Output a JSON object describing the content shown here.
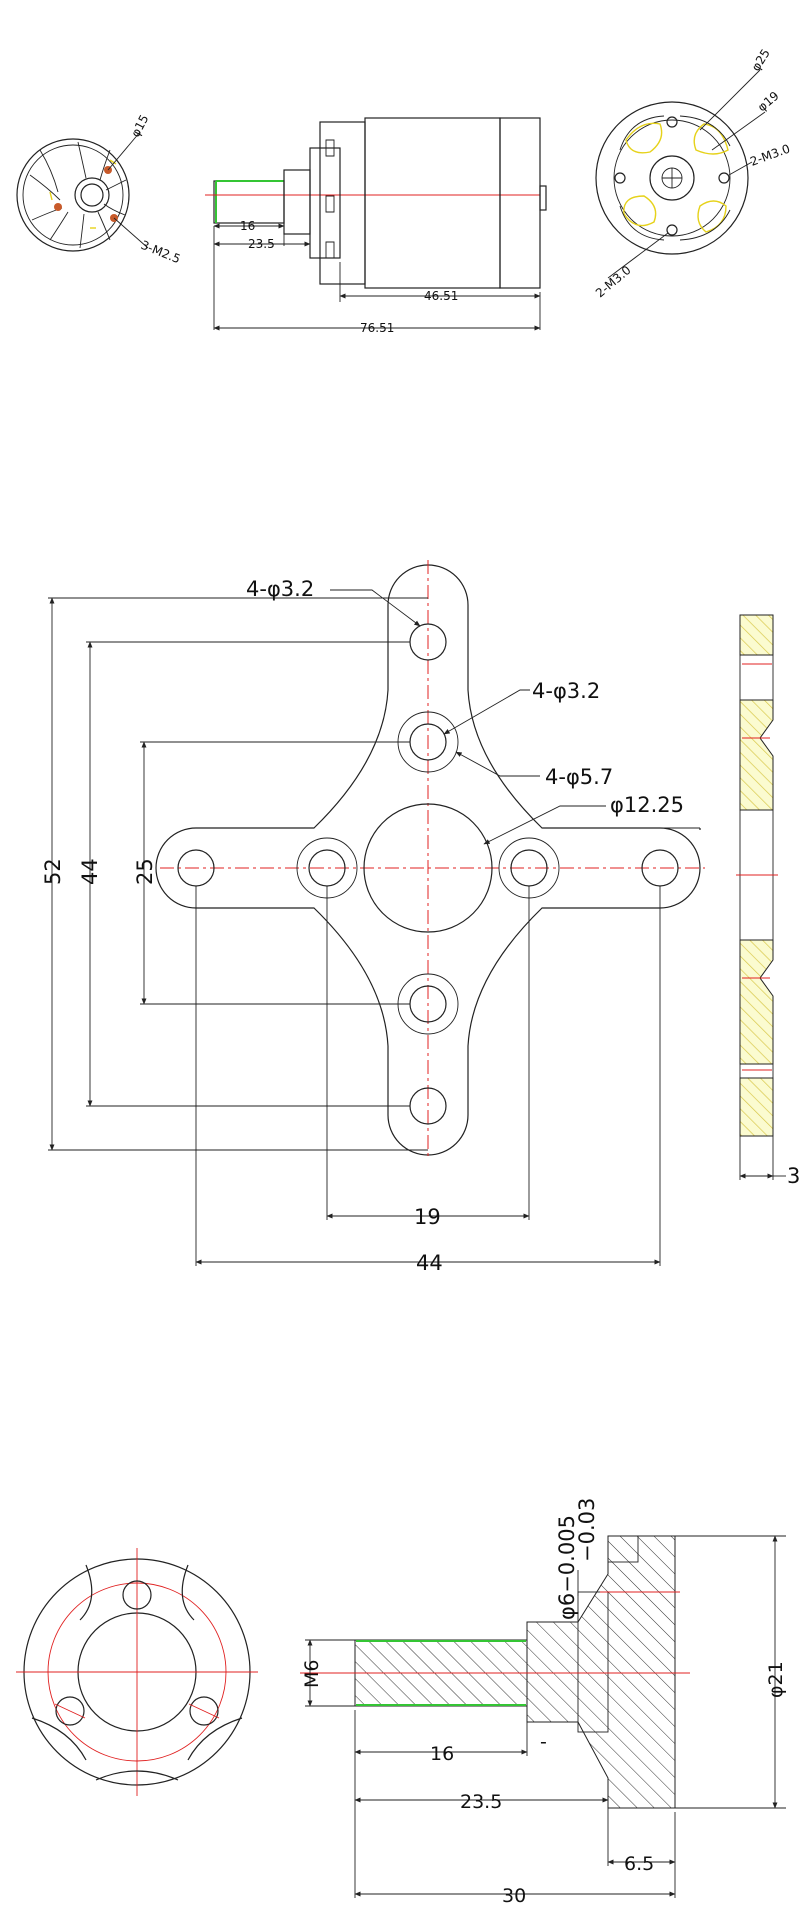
{
  "motor": {
    "front_dia_label": "φ15",
    "front_screw_label": "3-M2.5",
    "len_16": "16",
    "len_23_5": "23.5",
    "body_len": "46.51",
    "total_len": "76.51",
    "rear_dia_25": "φ25",
    "rear_dia_19": "φ19",
    "rear_screw_a": "2-M3.0",
    "rear_screw_b": "2-M3.0"
  },
  "mount": {
    "hole_a": "4-φ3.2",
    "hole_b": "4-φ3.2",
    "hole_c": "4-φ5.7",
    "center_dia": "φ12.25",
    "h52": "52",
    "h44": "44",
    "h25": "25",
    "w19": "19",
    "w44": "44",
    "thick": "3"
  },
  "adapter": {
    "shaft_tol_a": "φ6−0.005",
    "shaft_tol_b": "−0.03",
    "thread": "M6",
    "dia21": "φ21",
    "l16": "16",
    "l23_5": "23.5",
    "l6_5": "6.5",
    "l30": "30",
    "mark": "-"
  }
}
